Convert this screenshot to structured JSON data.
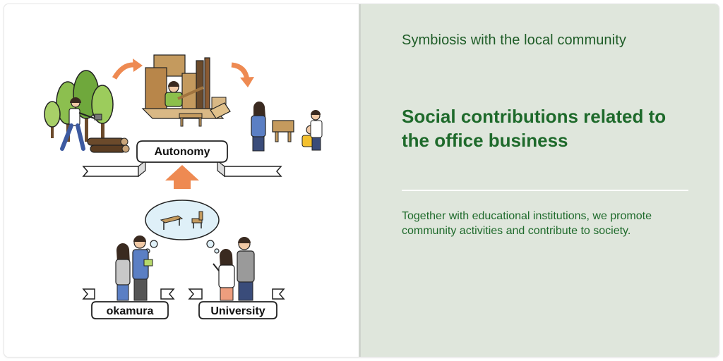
{
  "diagram": {
    "labels": {
      "autonomy": "Autonomy",
      "okamura": "okamura",
      "university": "University"
    }
  },
  "panel": {
    "kicker": "Symbiosis with the local community",
    "title": "Social contributions related to the office business",
    "description": "Together with educational institutions, we promote community activities and contribute to society."
  },
  "colors": {
    "accent_green": "#1e6a2b",
    "panel_bg": "#dfe6dc",
    "arrow_orange": "#ee8a52"
  }
}
